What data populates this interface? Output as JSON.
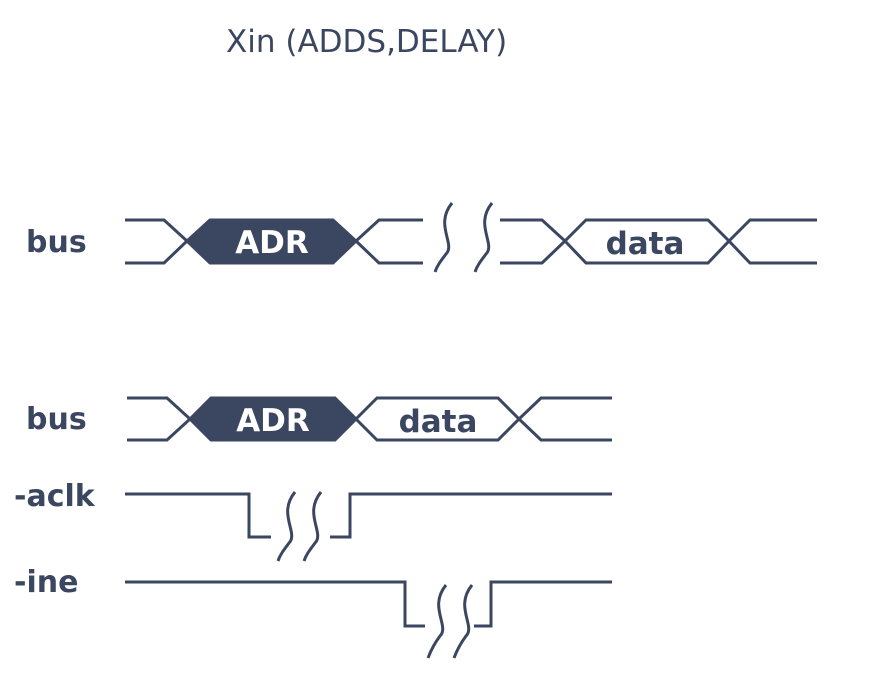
{
  "title": "Xin (ADDS,DELAY)",
  "top_diagram": {
    "signal_label": "bus",
    "address_label": "ADR",
    "data_label": "data"
  },
  "bottom_diagram": {
    "bus_label": "bus",
    "address_label": "ADR",
    "data_label": "data",
    "aclk_label": "-aclk",
    "ine_label": "-ine"
  },
  "colors": {
    "ink": "#3b4661",
    "background": "#ffffff"
  }
}
